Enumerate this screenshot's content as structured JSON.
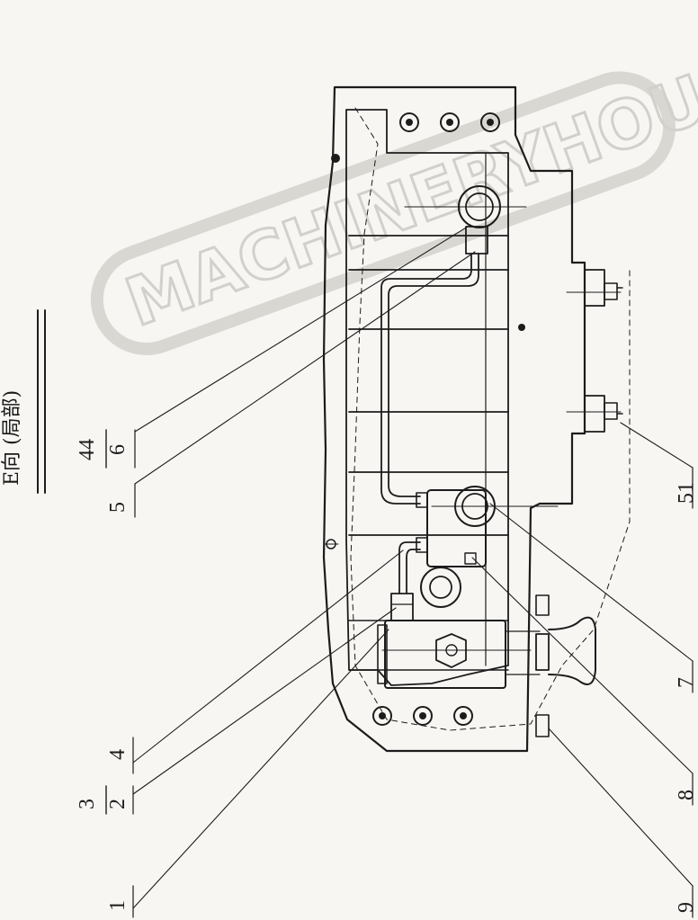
{
  "view_title": "E向 (局部)",
  "watermark": "MACHINERYHOUSE",
  "callouts": {
    "c1": "1",
    "c2": "2",
    "c3": "3",
    "c4": "4",
    "c5": "5",
    "c6": "6",
    "c7": "7",
    "c8": "8",
    "c9": "9",
    "c44": "44",
    "c51": "51"
  }
}
